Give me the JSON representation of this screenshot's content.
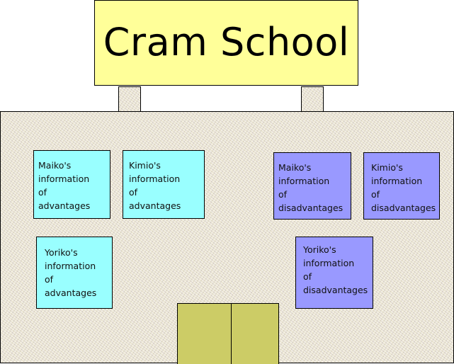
{
  "sign": {
    "title": "Cram School"
  },
  "colors": {
    "sign": "#ffff99",
    "advantages_note": "#99ffff",
    "disadvantages_note": "#9999ff",
    "door": "#cccc66",
    "wall": "#ece6d4"
  },
  "notes": {
    "maiko_adv": {
      "lines": [
        "Maiko's",
        "information",
        "of",
        "advantages"
      ]
    },
    "kimio_adv": {
      "lines": [
        "Kimio's",
        "information",
        "of",
        "advantages"
      ]
    },
    "yoriko_adv": {
      "lines": [
        "Yoriko's",
        "information",
        "of",
        "advantages"
      ]
    },
    "maiko_dis": {
      "lines": [
        "Maiko's",
        "information",
        "of",
        "disadvantages"
      ]
    },
    "kimio_dis": {
      "lines": [
        "Kimio's",
        "information",
        "of",
        "disadvantages"
      ]
    },
    "yoriko_dis": {
      "lines": [
        "Yoriko's",
        "information",
        "of",
        "disadvantages"
      ]
    }
  }
}
